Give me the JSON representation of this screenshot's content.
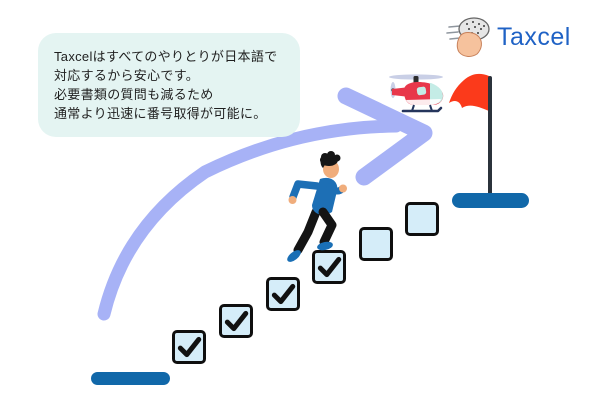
{
  "logo": {
    "text": "Taxcel",
    "icon": "brain-head-logo-icon"
  },
  "speech_bubble": {
    "lines": [
      "Taxcelはすべてのやりとりが日本語で",
      "対応するから安心です。",
      "必要書類の質問も減るため",
      "通常より迅速に番号取得が可能に。"
    ]
  },
  "steps": {
    "total": 6,
    "completed": 4,
    "items": [
      {
        "checked": true
      },
      {
        "checked": true
      },
      {
        "checked": true
      },
      {
        "checked": true
      },
      {
        "checked": false
      },
      {
        "checked": false
      }
    ]
  },
  "icons": {
    "path": "curved-growth-arrow-icon",
    "vehicle": "helicopter-icon",
    "goal": "red-flag-icon",
    "person": "running-person-icon",
    "check": "checkmark-icon"
  },
  "colors": {
    "arrow": "#a7b2f6",
    "bubble_bg": "#e4f4f2",
    "text_dark": "#1f1f1f",
    "logo_blue": "#1f62c5",
    "checkbox_fill": "#d5edf9",
    "checkbox_border": "#0f0f0f",
    "check_mark": "#111111",
    "pill_blue": "#1168a9",
    "flag_red": "#fb3a1b",
    "pole": "#2b323b",
    "shirt": "#1d6fb5",
    "pants": "#141414",
    "skin": "#f0ad7c",
    "shoe": "#1a6fb5",
    "heli_red": "#e8374a",
    "heli_window": "#c4ece6",
    "heli_skid": "#25355c",
    "rotor_gray": "#c9cfe6",
    "logo_cap": "#e6e6e6",
    "logo_face": "#f6c29d"
  }
}
